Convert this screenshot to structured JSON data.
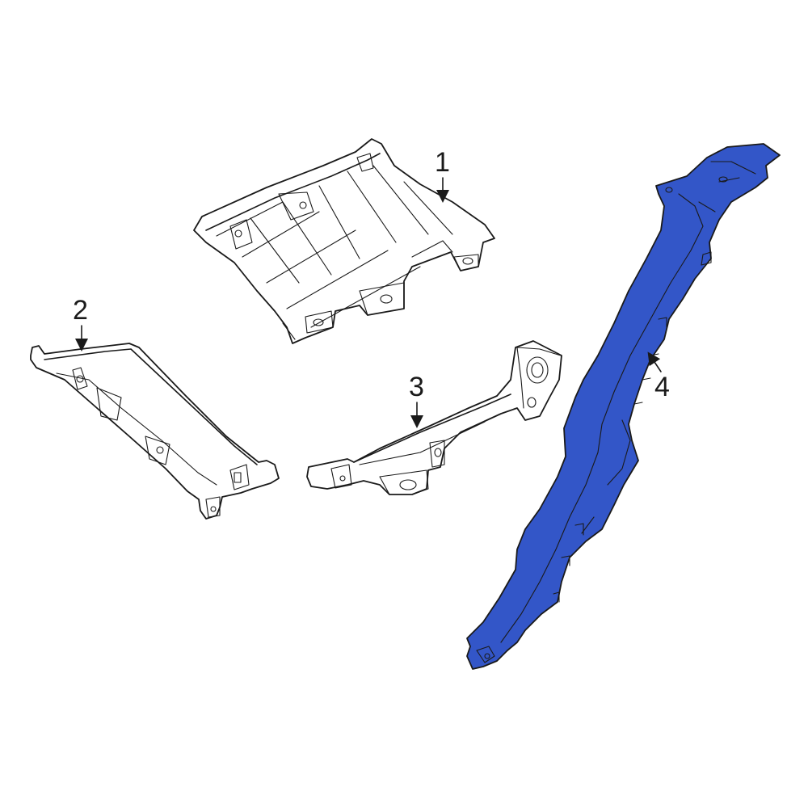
{
  "callouts": [
    {
      "number": "1"
    },
    {
      "number": "2"
    },
    {
      "number": "3"
    },
    {
      "number": "4"
    }
  ],
  "colors": {
    "highlight_part": "#3356c8",
    "line": "#1a1a1a",
    "background": "#ffffff"
  }
}
